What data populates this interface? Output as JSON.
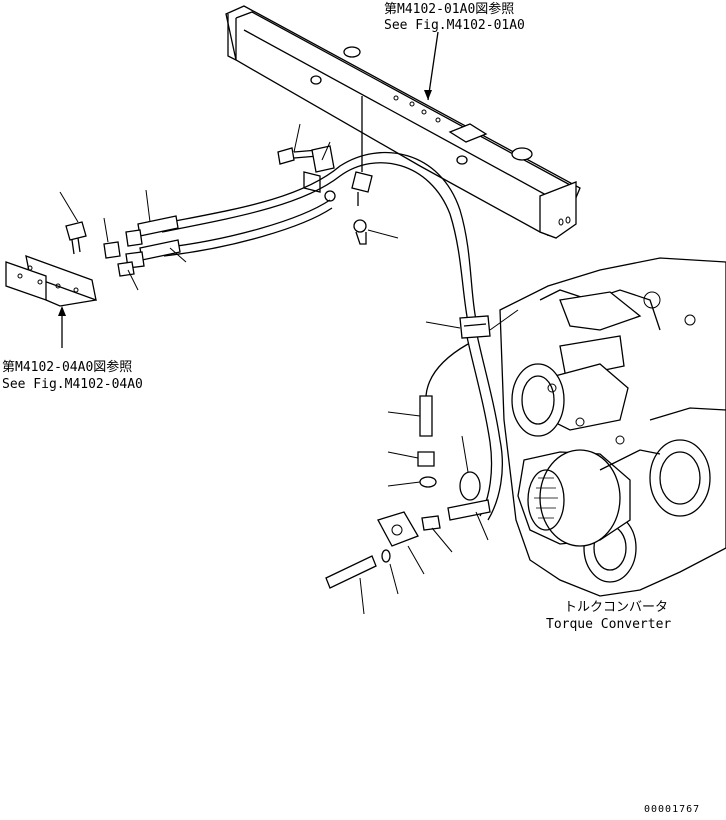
{
  "references": {
    "frame": {
      "line_jp": "第M4102-01A0図参照",
      "line_en": "See Fig.M4102-01A0"
    },
    "bracket": {
      "line_jp": "第M4102-04A0図参照",
      "line_en": "See Fig.M4102-04A0"
    },
    "torque_converter": {
      "line_jp": "トルクコンバータ",
      "line_en": "Torque Converter"
    }
  },
  "footer": {
    "drawing_number": "00001767"
  }
}
